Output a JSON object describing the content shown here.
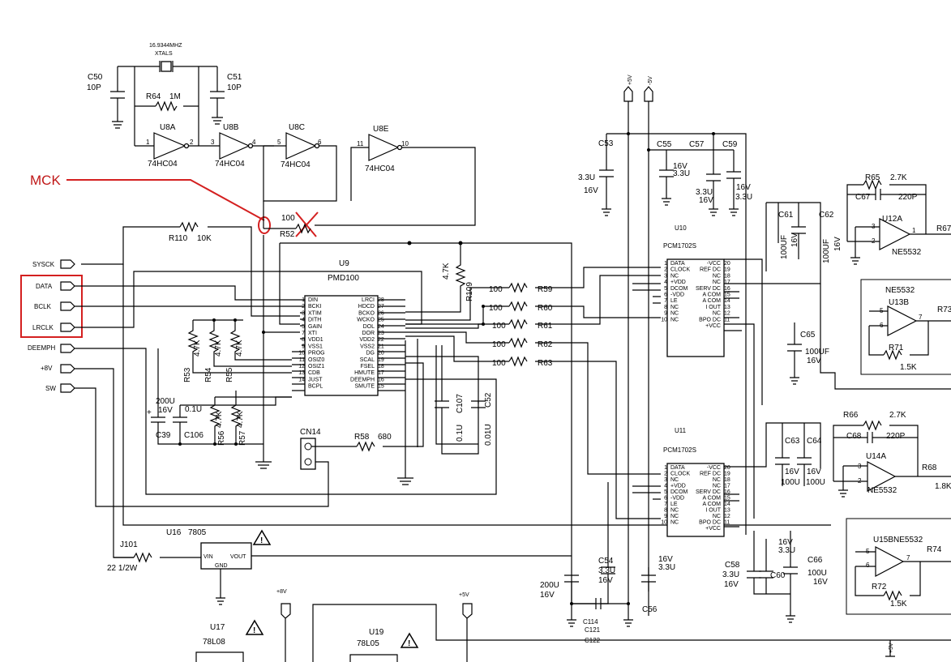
{
  "crystal": {
    "freq": "16.9344MHZ",
    "name": "XTALS"
  },
  "passives": {
    "c50": "C50",
    "c50v": "10P",
    "c51": "C51",
    "c51v": "10P",
    "r64": "R64",
    "r64v": "1M",
    "c53": "C53",
    "c53v": "3.3U",
    "c53vv": "16V",
    "c55": "C55",
    "c55v1": "16V",
    "c55v2": "3.3U",
    "c57": "C57",
    "c57v1": "3.3U",
    "c57v2": "16V",
    "c59": "C59",
    "c59v1": "16V",
    "c59v2": "3.3U",
    "c61": "C61",
    "c61v1": "100UF",
    "c61v2": "16V",
    "c62": "C62",
    "c62v1": "100UF",
    "c62v2": "16V",
    "r65": "R65",
    "r65v": "2.7K",
    "c67": "C67",
    "c67v": "220P",
    "r67": "R67",
    "r110": "R110",
    "r110v": "10K",
    "r52v": "100",
    "r52": "R52",
    "r109v": "4.7K",
    "r109": "R109",
    "r59": "R59",
    "r60": "R60",
    "r61": "R61",
    "r62": "R62",
    "r63": "R63",
    "r100": "100",
    "r53": "R53",
    "r54": "R54",
    "r55": "R55",
    "r56": "R56",
    "r57": "R57",
    "r47k": "4.7K",
    "c39": "C39",
    "c39v1": "200U",
    "c39v2": "16V",
    "c106": "C106",
    "c106v": "0.1U",
    "c107": "C107",
    "c107v": "0.1U",
    "c52": "C52",
    "c52v": "0.01U",
    "cn14": "CN14",
    "r58": "R58",
    "r58v": "680",
    "c65": "C65",
    "c65v1": "100UF",
    "c65v2": "16V",
    "r71": "R71",
    "r71v": "1.5K",
    "r73": "R73",
    "r66": "R66",
    "r66v": "2.7K",
    "c68": "C68",
    "c68v": "220P",
    "r68": "R68",
    "r68v": "1.8K",
    "c63": "C63",
    "c63v1": "16V",
    "c63v2": "100U",
    "c64": "C64",
    "c64v1": "16V",
    "c64v2": "100U",
    "c54": "C54",
    "c54v1": "3.3U",
    "c54v2": "16V",
    "c56": "C56",
    "c5xv1": "16V",
    "c5xv2": "3.3U",
    "c200v1": "200U",
    "c200v2": "16V",
    "c114": "C114",
    "c121": "C121",
    "c122": "C122",
    "c58": "C58",
    "c58v1": "3.3U",
    "c58v2": "16V",
    "c60": "C60",
    "c60v1": "16V",
    "c60v2": "3.3U",
    "c66": "C66",
    "c66v1": "100U",
    "c66v2": "16V",
    "r72": "R72",
    "r72v": "1.5K",
    "r74": "R74",
    "j101": "J101",
    "j101v": "22 1/2W"
  },
  "chips": {
    "u8a": "U8A",
    "u8b": "U8B",
    "u8c": "U8C",
    "u8e": "U8E",
    "hc": "74HC04",
    "u9": "U9",
    "u9p": "PMD100",
    "u10": "U10",
    "u11": "U11",
    "pcm": "PCM1702S",
    "u12a": "U12A",
    "u13b": "U13B",
    "u14a": "U14A",
    "u15b": "U15B",
    "ne": "NE5532",
    "u16": "U16",
    "u16p": "7805",
    "vin": "VIN",
    "vout": "VOUT",
    "gnd": "GND",
    "u17": "U17",
    "u17p": "78L08",
    "u19": "U19",
    "u19p": "78L05"
  },
  "supplies": {
    "p5v": "+5V",
    "m5v": "-5V",
    "p8v": "+8V"
  },
  "connectors": [
    "SYSCK",
    "DATA",
    "BCLK",
    "LRCLK",
    "DEEMPH",
    "+8V",
    "SW"
  ],
  "u9_left": [
    [
      "1",
      "DIN"
    ],
    [
      "2",
      "BCKI"
    ],
    [
      "3",
      "XTIM"
    ],
    [
      "4",
      "DITH"
    ],
    [
      "5",
      "GAIN"
    ],
    [
      "7",
      "XTI"
    ],
    [
      "8",
      "VDD1"
    ],
    [
      "9",
      "VSS1"
    ],
    [
      "10",
      "PROG"
    ],
    [
      "11",
      "OSIZ0"
    ],
    [
      "12",
      "OSIZ1"
    ],
    [
      "13",
      "CDB"
    ],
    [
      "14",
      "JUST"
    ],
    [
      "",
      "BCPL"
    ]
  ],
  "u9_right": [
    [
      "28",
      "LRCI"
    ],
    [
      "27",
      "HDCD"
    ],
    [
      "26",
      "BCKO"
    ],
    [
      "25",
      "WCKO"
    ],
    [
      "24",
      "DOL"
    ],
    [
      "23",
      "DOR"
    ],
    [
      "22",
      "VDD2"
    ],
    [
      "21",
      "VSS2"
    ],
    [
      "20",
      "DG"
    ],
    [
      "19",
      "SCAL"
    ],
    [
      "18",
      "FSEL"
    ],
    [
      "17",
      "HMUTE"
    ],
    [
      "16",
      "DEEMPH"
    ],
    [
      "15",
      "SMUTE"
    ]
  ],
  "pcm_left": [
    [
      "1",
      "DATA"
    ],
    [
      "2",
      "CLOCK"
    ],
    [
      "3",
      "NC"
    ],
    [
      "4",
      "+VDD"
    ],
    [
      "5",
      "DCOM"
    ],
    [
      "6",
      "-VDD"
    ],
    [
      "7",
      "LE"
    ],
    [
      "8",
      "NC"
    ],
    [
      "9",
      "NC"
    ],
    [
      "10",
      "NC"
    ]
  ],
  "pcm_right": [
    [
      "20",
      "-VCC"
    ],
    [
      "19",
      "REF DC"
    ],
    [
      "18",
      "NC"
    ],
    [
      "17",
      "NC"
    ],
    [
      "16",
      "SERV DC"
    ],
    [
      "15",
      "A COM"
    ],
    [
      "14",
      "A COM"
    ],
    [
      "13",
      "I OUT"
    ],
    [
      "12",
      "NC"
    ],
    [
      "11",
      "BPO DC"
    ],
    [
      "",
      "+VCC"
    ]
  ],
  "annotation": {
    "label": "MCK"
  }
}
